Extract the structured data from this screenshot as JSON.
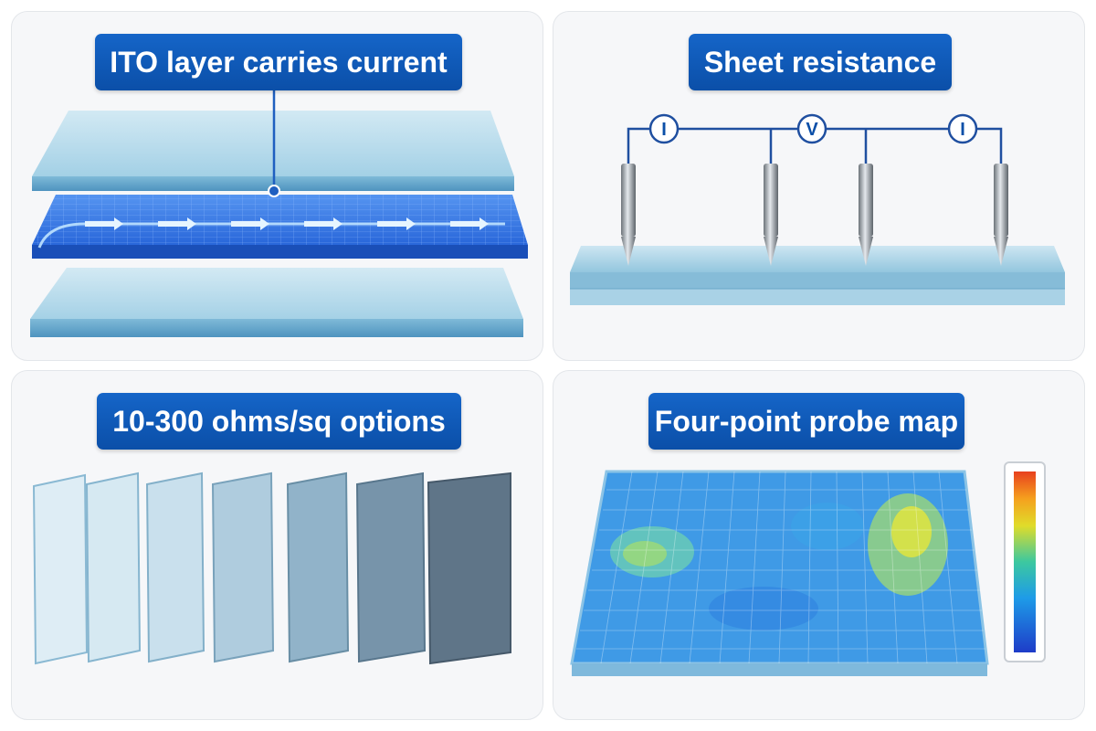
{
  "panels": [
    {
      "title": "ITO layer carries current"
    },
    {
      "title": "Sheet resistance",
      "meters": [
        "I",
        "V",
        "I"
      ]
    },
    {
      "title": "10-300 ohms/sq options"
    },
    {
      "title": "Four-point probe map"
    }
  ],
  "colors": {
    "title_bg": "#0b4fa8",
    "glass": "#a9d2e6",
    "ito_glow": "#2f7fe8",
    "probe_wire": "#1f4fa0"
  },
  "icons": [
    "current-arrow-icon",
    "ammeter-icon",
    "voltmeter-icon",
    "probe-needle-icon",
    "color-scale-icon"
  ]
}
